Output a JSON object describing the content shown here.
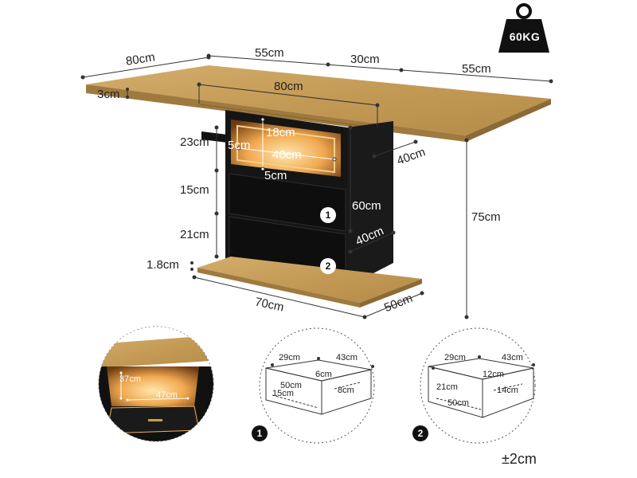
{
  "weight_badge": {
    "label": "60KG"
  },
  "top_dims": {
    "depth_left": "80cm",
    "seg1": "55cm",
    "seg2": "30cm",
    "seg3": "55cm",
    "thickness": "3cm",
    "inner_width": "80cm"
  },
  "body_dims": {
    "shelf_h": "23cm",
    "shelf_inner_h": "18cm",
    "inner_side": "5cm",
    "inner_w": "40cm",
    "inner_bottom": "5cm",
    "drawer1_h": "15cm",
    "drawer2_h": "21cm",
    "base_h": "1.8cm",
    "cabinet_h": "60cm",
    "cabinet_d": "40cm",
    "top_depth_side": "40cm",
    "total_h": "75cm",
    "base_w": "70cm",
    "base_d": "50cm"
  },
  "drawer_badges": {
    "one": "1",
    "two": "2"
  },
  "detail_shelf": {
    "height": "37cm",
    "width": "47cm"
  },
  "detail_drawer1": {
    "badge": "1",
    "d": "29cm",
    "w": "43cm",
    "h": "6cm",
    "inner_d": "50cm",
    "side": "15cm",
    "inner_w": "8cm"
  },
  "detail_drawer2": {
    "badge": "2",
    "d": "29cm",
    "w": "43cm",
    "h": "12cm",
    "side": "21cm",
    "inner_w": "14cm",
    "inner_d": "50cm"
  },
  "tolerance": "±2cm",
  "colors": {
    "oak": "#c7a15f",
    "oak_dark": "#a8844a",
    "cabinet": "#121212",
    "led": "#f2b25a",
    "line": "#333333"
  }
}
